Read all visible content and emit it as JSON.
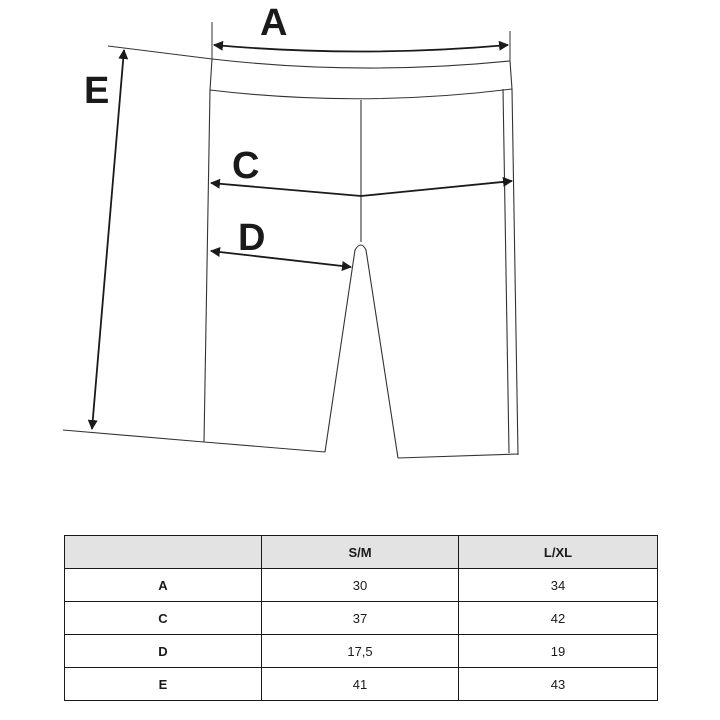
{
  "diagram": {
    "subject": "shorts size measurement diagram",
    "labels": {
      "A": "A",
      "C": "C",
      "D": "D",
      "E": "E"
    },
    "line_color": "#1a1a1a"
  },
  "table": {
    "header": [
      "",
      "S/M",
      "L/XL"
    ],
    "header_bg": "#e3e3e3",
    "rows": [
      {
        "label": "A",
        "values": [
          "30",
          "34"
        ]
      },
      {
        "label": "C",
        "values": [
          "37",
          "42"
        ]
      },
      {
        "label": "D",
        "values": [
          "17,5",
          "19"
        ]
      },
      {
        "label": "E",
        "values": [
          "41",
          "43"
        ]
      }
    ]
  }
}
